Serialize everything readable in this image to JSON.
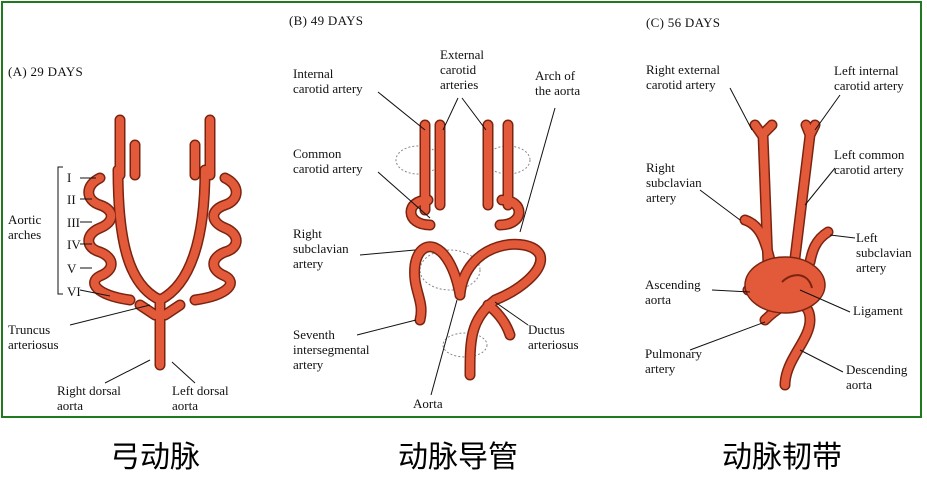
{
  "panels": {
    "a": {
      "title": "(A)  29 DAYS",
      "arch_numerals": [
        "I",
        "II",
        "III",
        "IV",
        "V",
        "VI"
      ],
      "labels": {
        "aortic_arches": "Aortic\narches",
        "truncus": "Truncus\narteriosus",
        "right_dorsal": "Right dorsal\naorta",
        "left_dorsal": "Left dorsal\naorta"
      }
    },
    "b": {
      "title": "(B)  49 DAYS",
      "labels": {
        "internal_carotid": "Internal\ncarotid artery",
        "external_carotid": "External\ncarotid\narteries",
        "arch_aorta": "Arch of\nthe aorta",
        "common_carotid": "Common\ncarotid artery",
        "right_subclavian": "Right\nsubclavian\nartery",
        "seventh_interseg": "Seventh\nintersegmental\nartery",
        "ductus": "Ductus\narteriosus",
        "aorta": "Aorta"
      }
    },
    "c": {
      "title": "(C)  56 DAYS",
      "labels": {
        "right_external_carotid": "Right external\ncarotid artery",
        "left_internal_carotid": "Left internal\ncarotid artery",
        "left_common_carotid": "Left common\ncarotid artery",
        "right_subclavian": "Right\nsubclavian\nartery",
        "left_subclavian": "Left\nsubclavian\nartery",
        "ascending_aorta": "Ascending\naorta",
        "ligament": "Ligament",
        "pulmonary": "Pulmonary\nartery",
        "descending_aorta": "Descending\naorta"
      }
    }
  },
  "captions": [
    "弓动脉",
    "动脉导管",
    "动脉韧带"
  ],
  "colors": {
    "frame": "#1f7a1f",
    "vessel": "#e35a3a",
    "vessel_outline": "#7a2410"
  }
}
